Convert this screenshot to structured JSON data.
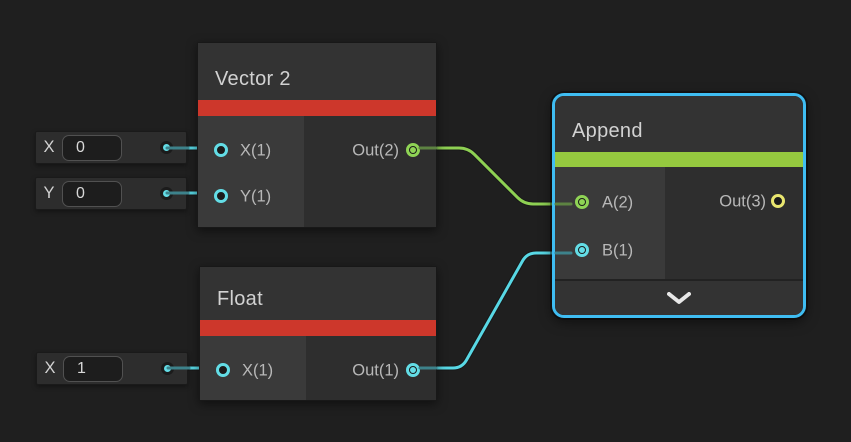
{
  "colors": {
    "bg": "#1f1f1f",
    "node-bg": "#2e2e2e",
    "node-title-bg": "#333333",
    "node-left-col": "#3a3a3a",
    "accent-red": "#cd372b",
    "accent-green": "#95c93f",
    "selection-blue": "#3fbdf2",
    "wire-cyan": "#58d8e5",
    "wire-green": "#8ed053",
    "wire-cyan-dim": "#3d828b",
    "wire-green-dim": "#5d8342",
    "port-cyan": "#63dde6",
    "port-green": "#8fd455",
    "port-yellow": "#e9e66f",
    "text-title": "#d2d2d2",
    "text-label": "#b8b8b8",
    "widget-bg": "#2d2d2d",
    "field-bg": "#1d1d1d",
    "field-border": "#515151"
  },
  "nodes": {
    "vector2": {
      "title": "Vector 2",
      "inputs": [
        {
          "label": "X(1)"
        },
        {
          "label": "Y(1)"
        }
      ],
      "output": {
        "label": "Out(2)"
      }
    },
    "float": {
      "title": "Float",
      "inputs": [
        {
          "label": "X(1)"
        }
      ],
      "output": {
        "label": "Out(1)"
      }
    },
    "append": {
      "title": "Append",
      "selected": true,
      "inputs": [
        {
          "label": "A(2)"
        },
        {
          "label": "B(1)"
        }
      ],
      "output": {
        "label": "Out(3)"
      }
    }
  },
  "widgets": {
    "vector2_x": {
      "label": "X",
      "value": "0"
    },
    "vector2_y": {
      "label": "Y",
      "value": "0"
    },
    "float_x": {
      "label": "X",
      "value": "1"
    }
  },
  "icons": {
    "append_collapse": "chevron-down"
  }
}
